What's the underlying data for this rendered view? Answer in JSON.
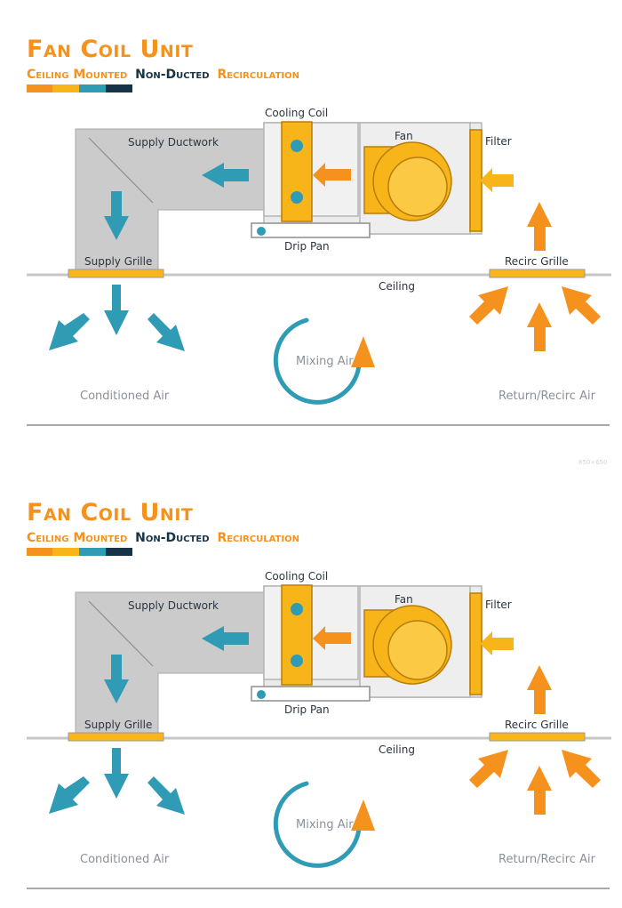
{
  "colors": {
    "orange": "#f5921e",
    "yellow": "#f8b51a",
    "teal": "#2f9bb5",
    "navy": "#163348",
    "duct_grey": "#cbcbcb",
    "unit_grey": "#ebebeb",
    "line_grey": "#999999"
  },
  "panels": [
    {
      "title": "Fan Coil Unit",
      "subtitle_part1": "Ceiling Mounted",
      "subtitle_part2": "Non-Ducted",
      "subtitle_part3": "Recirculation",
      "labels": {
        "cooling_coil": "Cooling Coil",
        "fan": "Fan",
        "filter": "Filter",
        "supply_ductwork": "Supply Ductwork",
        "drip_pan": "Drip Pan",
        "supply_grille": "Supply Grille",
        "recirc_grille": "Recirc Grille",
        "ceiling": "Ceiling",
        "mixing_air": "Mixing Air",
        "conditioned_air": "Conditioned Air",
        "return_air": "Return/Recirc Air"
      },
      "watermark": "850×650"
    },
    {
      "title": "Fan Coil Unit",
      "subtitle_part1": "Ceiling Mounted",
      "subtitle_part2": "Non-Ducted",
      "subtitle_part3": "Recirculation",
      "labels": {
        "cooling_coil": "Cooling Coil",
        "fan": "Fan",
        "filter": "Filter",
        "supply_ductwork": "Supply Ductwork",
        "drip_pan": "Drip Pan",
        "supply_grille": "Supply Grille",
        "recirc_grille": "Recirc Grille",
        "ceiling": "Ceiling",
        "mixing_air": "Mixing Air",
        "conditioned_air": "Conditioned Air",
        "return_air": "Return/Recirc Air"
      }
    }
  ]
}
